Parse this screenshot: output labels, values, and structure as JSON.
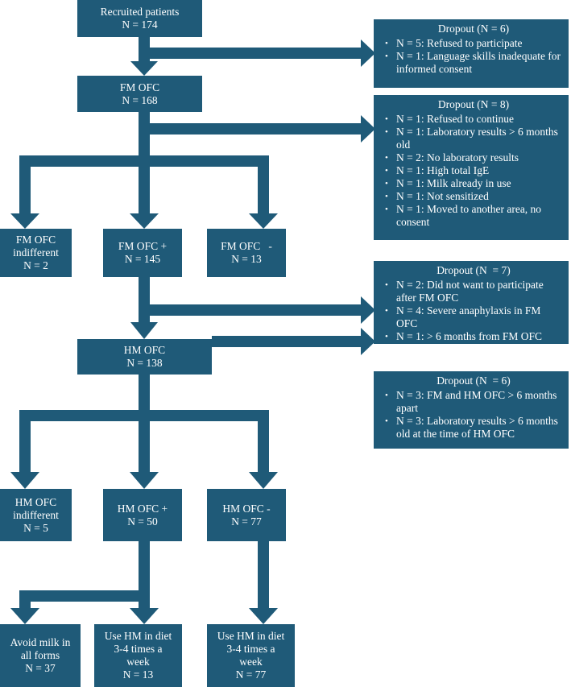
{
  "nodes": {
    "recruited": {
      "line1": "Recruited patients",
      "line2": "N = 174"
    },
    "fm_ofc": {
      "line1": "FM OFC",
      "line2": "N = 168"
    },
    "fm_indiff": {
      "line1": "FM OFC",
      "line2": "indifferent",
      "line3": "N = 2"
    },
    "fm_pos": {
      "line1": "FM OFC +",
      "line2": "N = 145"
    },
    "fm_neg": {
      "line1": "FM OFC   -",
      "line2": "N = 13"
    },
    "hm_ofc": {
      "line1": "HM OFC",
      "line2": "N = 138"
    },
    "hm_indiff": {
      "line1": "HM OFC",
      "line2": "indifferent",
      "line3": "N = 5"
    },
    "hm_pos": {
      "line1": "HM OFC +",
      "line2": "N = 50"
    },
    "hm_neg": {
      "line1": "HM OFC -",
      "line2": "N = 77"
    },
    "avoid": {
      "line1": "Avoid milk in",
      "line2": "all forms",
      "line3": "N = 37"
    },
    "use_hm_1": {
      "line1": "Use HM in diet",
      "line2": "3-4 times a",
      "line3": "week",
      "line4": "N = 13"
    },
    "use_hm_2": {
      "line1": "Use HM in diet",
      "line2": "3-4 times a",
      "line3": "week",
      "line4": "N = 77"
    }
  },
  "dropouts": {
    "d1": {
      "title": "Dropout (N = 6)",
      "items": [
        "N = 5: Refused to participate",
        "N = 1: Language skills inadequate for informed consent"
      ]
    },
    "d2": {
      "title": "Dropout (N = 8)",
      "items": [
        "N = 1: Refused to continue",
        "N = 1: Laboratory results > 6 months old",
        "N = 2: No laboratory results",
        "N = 1: High total IgE",
        "N = 1: Milk already in use",
        "N = 1: Not sensitized",
        "N = 1: Moved to another area, no consent"
      ]
    },
    "d3": {
      "title": "Dropout (N  = 7)",
      "items": [
        "N = 2: Did not want to participate after FM OFC",
        "N = 4: Severe anaphylaxis in FM OFC",
        "N = 1: > 6 months from FM OFC"
      ]
    },
    "d4": {
      "title": "Dropout (N  = 6)",
      "items": [
        "N = 3: FM and HM OFC > 6 months apart",
        "N = 3: Laboratory results > 6 months old at the time of HM OFC"
      ]
    }
  },
  "colors": {
    "box": "#1f5a78",
    "text": "#ffffff",
    "background": "#ffffff"
  }
}
